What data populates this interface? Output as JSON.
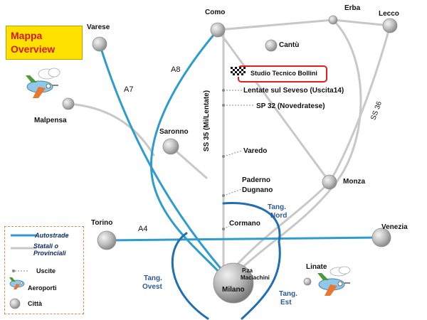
{
  "title": [
    "Mappa",
    "Overview"
  ],
  "cities": {
    "varese": "Varese",
    "como": "Como",
    "erba": "Erba",
    "lecco": "Lecco",
    "cantu": "Cantù",
    "malpensa": "Malpensa",
    "saronno": "Saronno",
    "monza": "Monza",
    "torino": "Torino",
    "venezia": "Venezia",
    "linate": "Linate",
    "milano": "Milano"
  },
  "places": {
    "studio": "Studio Tecnico Bollini",
    "lentate": "Lentate sul Seveso (Uscita14)",
    "sp32": "SP 32 (Novedratese)",
    "varedo": "Varedo",
    "paderno_1": "Paderno",
    "paderno_2": "Dugnano",
    "cormano": "Cormano",
    "pza_1": "P.za",
    "pza_2": "Maciachini"
  },
  "roads": {
    "a8": "A8",
    "a7": "A7",
    "a4": "A4",
    "ss35": "SS 35 (Mi/Lentate)",
    "ss36": "SS 36",
    "tang_nord": [
      "Tang.",
      "Nord"
    ],
    "tang_ovest": [
      "Tang.",
      "Ovest"
    ],
    "tang_est": [
      "Tang.",
      "Est"
    ]
  },
  "legend": {
    "autostrade": "Autostrade",
    "statali_1": "Statali o",
    "statali_2": "Provinciali",
    "uscite": "Uscite",
    "aeroporti": "Aeroporti",
    "citta": "Città"
  },
  "colors": {
    "motorway": "#2e9ccc",
    "road": "#c8c8c8",
    "tangenziale": "#1f6fb2",
    "exit": "#8a8a8a",
    "title_bg": "#ffe100",
    "title_text": "#d21a1a",
    "studio_border": "#e02020",
    "tang_label": "#2a5a9c"
  },
  "icons": [
    "city-node-icon",
    "airplane-icon",
    "checkered-flag-icon"
  ]
}
